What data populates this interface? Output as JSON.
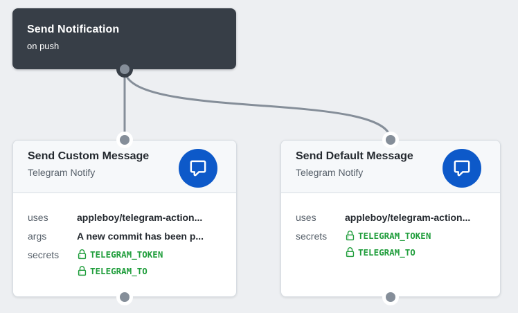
{
  "colors": {
    "background": "#edeff2",
    "trigger_bg": "#373e47",
    "card_bg": "#ffffff",
    "header_bg": "#f6f8fa",
    "connector": "#858e99",
    "avatar_blue": "#0d59c9",
    "secret_green": "#1f9d3b",
    "title_fg": "#24292f",
    "muted_fg": "#57606a"
  },
  "trigger": {
    "title": "Send Notification",
    "subtitle": "on push"
  },
  "jobs": [
    {
      "title": "Send Custom Message",
      "subtitle": "Telegram Notify",
      "icon": "comment-icon",
      "rows": [
        {
          "label": "uses",
          "value": "appleboy/telegram-action..."
        },
        {
          "label": "args",
          "value": "A new commit has been p..."
        }
      ],
      "secrets_label": "secrets",
      "secrets": [
        "TELEGRAM_TOKEN",
        "TELEGRAM_TO"
      ]
    },
    {
      "title": "Send Default Message",
      "subtitle": "Telegram Notify",
      "icon": "comment-icon",
      "rows": [
        {
          "label": "uses",
          "value": "appleboy/telegram-action..."
        }
      ],
      "secrets_label": "secrets",
      "secrets": [
        "TELEGRAM_TOKEN",
        "TELEGRAM_TO"
      ]
    }
  ]
}
